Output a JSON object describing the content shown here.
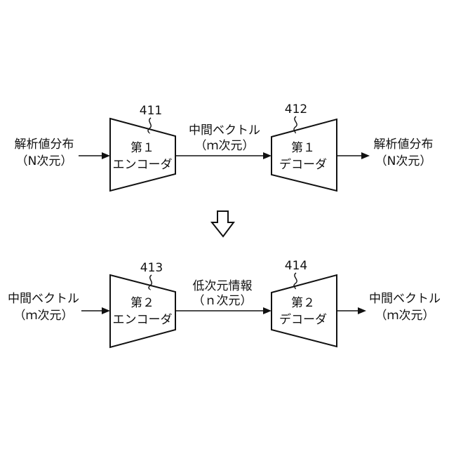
{
  "top_row": {
    "input": {
      "line1": "解析値分布",
      "line2": "（N次元）"
    },
    "encoder": {
      "ref": "411",
      "line1": "第１",
      "line2": "エンコーダ"
    },
    "middle": {
      "line1": "中間ベクトル",
      "line2": "（ｍ次元）"
    },
    "decoder": {
      "ref": "412",
      "line1": "第１",
      "line2": "デコーダ"
    },
    "output": {
      "line1": "解析値分布",
      "line2": "（N次元）"
    }
  },
  "bottom_row": {
    "input": {
      "line1": "中間ベクトル",
      "line2": "（ｍ次元）"
    },
    "encoder": {
      "ref": "413",
      "line1": "第２",
      "line2": "エンコーダ"
    },
    "middle": {
      "line1": "低次元情報",
      "line2": "（ｎ次元）"
    },
    "decoder": {
      "ref": "414",
      "line1": "第２",
      "line2": "デコーダ"
    },
    "output": {
      "line1": "中間ベクトル",
      "line2": "（ｍ次元）"
    }
  },
  "transition_arrow": {
    "icon": "down-arrow-icon"
  }
}
